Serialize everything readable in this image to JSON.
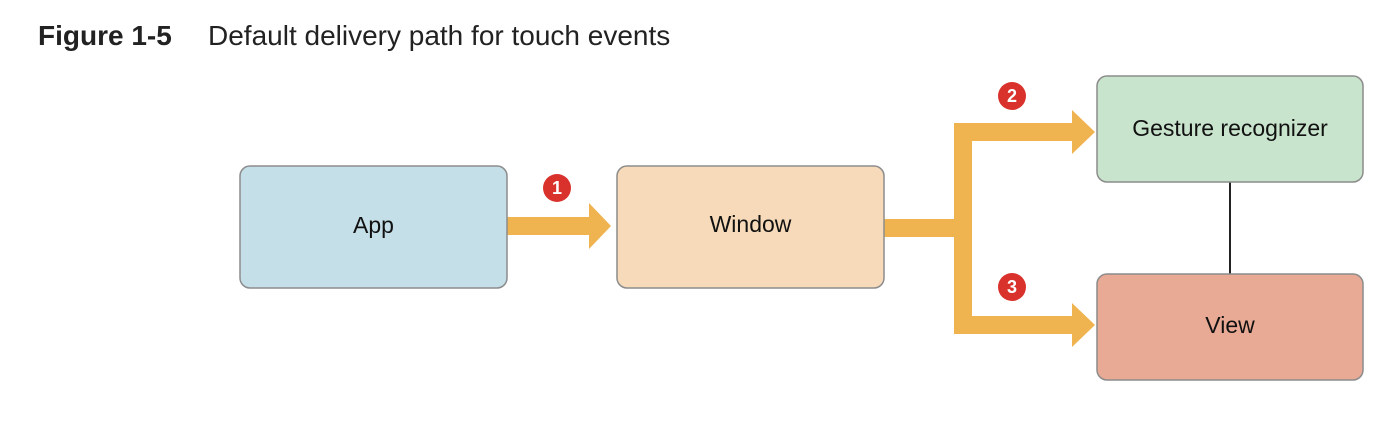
{
  "caption": {
    "label": "Figure 1-5",
    "title": "Default delivery path for touch events"
  },
  "nodes": {
    "app": {
      "label": "App",
      "fill": "#c4dfe8"
    },
    "window": {
      "label": "Window",
      "fill": "#f6dab9"
    },
    "gesture_recognizer": {
      "label": "Gesture recognizer",
      "fill": "#c9e4cc"
    },
    "view": {
      "label": "View",
      "fill": "#e8a995"
    }
  },
  "steps": [
    "1",
    "2",
    "3"
  ],
  "colors": {
    "arrow": "#efb34f",
    "badge": "#d9322c",
    "node_border": "#8c8c8c",
    "connector": "#222222"
  }
}
